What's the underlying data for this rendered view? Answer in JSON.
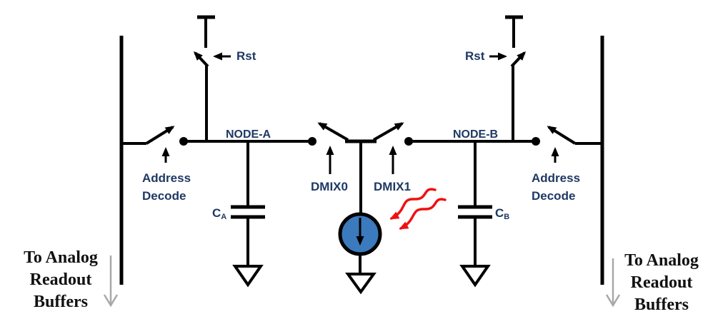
{
  "diagram": {
    "title_semantic": "pixel demodulation front-end schematic",
    "labels": {
      "rst_left": "Rst",
      "rst_right": "Rst",
      "node_a": "NODE-A",
      "node_b": "NODE-B",
      "dmix0": "DMIX0",
      "dmix1": "DMIX1",
      "address_decode_left": {
        "line1": "Address",
        "line2": "Decode"
      },
      "address_decode_right": {
        "line1": "Address",
        "line2": "Decode"
      },
      "cap_a": {
        "main": "C",
        "sub": "A"
      },
      "cap_b": {
        "main": "C",
        "sub": "B"
      },
      "readout_left": {
        "line1": "To Analog",
        "line2": "Readout",
        "line3": "Buffers"
      },
      "readout_right": {
        "line1": "To Analog",
        "line2": "Readout",
        "line3": "Buffers"
      }
    },
    "colors": {
      "line": "#000000",
      "label_text": "#1f3864",
      "readout_text": "#111111",
      "photodiode_fill": "#3b7abc",
      "light_arrows": "#ee1111",
      "readout_arrow": "#a8a8a8"
    }
  }
}
